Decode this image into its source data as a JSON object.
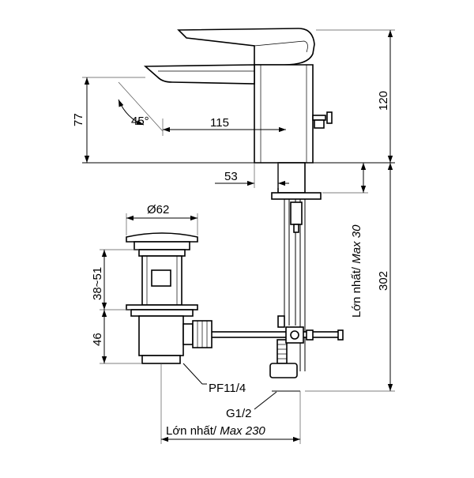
{
  "dimensions": {
    "angle": "45°",
    "spout_reach": "115",
    "spout_height": "77",
    "handle_height": "120",
    "body_offset": "53",
    "total_height": "302",
    "pop_up_diameter": "Ø62",
    "pop_up_range": "38~51",
    "drain_height": "46",
    "waste_thread": "PF11/4",
    "supply_thread": "G1/2",
    "deck_max_prefix": "Lớn nhất/ ",
    "deck_max_value": "Max 30",
    "rod_max_prefix": "Lớn nhất/ ",
    "rod_max_value": "Max 230"
  }
}
